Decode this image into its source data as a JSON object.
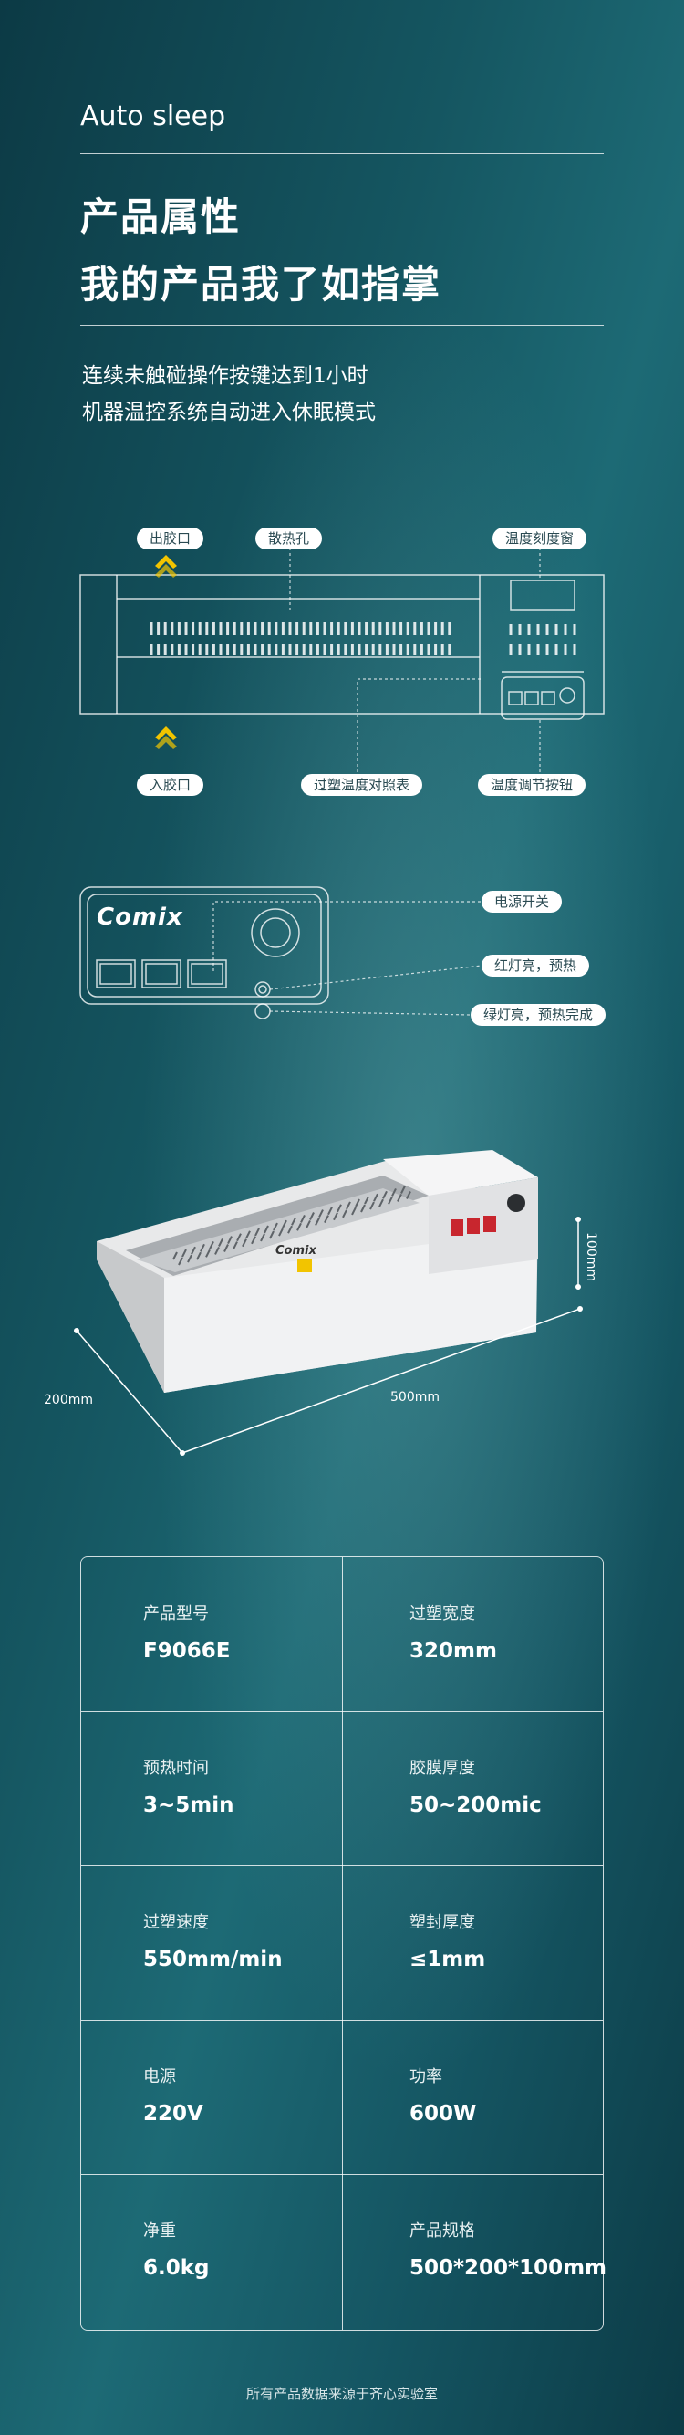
{
  "header": {
    "auto_sleep": "Auto sleep",
    "title_line1": "产品属性",
    "title_line2": "我的产品我了如指掌",
    "desc_line1": "连续未触碰操作按键达到1小时",
    "desc_line2": "机器温控系统自动进入休眠模式"
  },
  "diagram_top": {
    "labels": {
      "outlet": "出胶口",
      "vents": "散热孔",
      "temp_window": "温度刻度窗",
      "inlet": "入胶口",
      "temp_chart": "过塑温度对照表",
      "temp_knob": "温度调节按钮"
    }
  },
  "diagram_panel": {
    "brand": "Comix",
    "labels": {
      "power_switch": "电源开关",
      "red_light": "红灯亮，预热",
      "green_light": "绿灯亮，预热完成"
    }
  },
  "product_photo": {
    "brand": "Comix",
    "dims": {
      "height": "100mm",
      "depth": "200mm",
      "width": "500mm"
    }
  },
  "specs": [
    {
      "label": "产品型号",
      "value": "F9066E"
    },
    {
      "label": "过塑宽度",
      "value": "320mm"
    },
    {
      "label": "预热时间",
      "value": "3~5min"
    },
    {
      "label": "胶膜厚度",
      "value": "50~200mic"
    },
    {
      "label": "过塑速度",
      "value": "550mm/min"
    },
    {
      "label": "塑封厚度",
      "value": "≤1mm"
    },
    {
      "label": "电源",
      "value": "220V"
    },
    {
      "label": "功率",
      "value": "600W"
    },
    {
      "label": "净重",
      "value": "6.0kg"
    },
    {
      "label": "产品规格",
      "value": "500*200*100mm"
    }
  ],
  "footer": {
    "note": "所有产品数据来源于齐心实验室"
  },
  "colors": {
    "bg_dark": "#0c3a45",
    "bg_mid": "#1d6a75",
    "pill_text": "#2a4a52",
    "warning_yellow": "#f2c400"
  }
}
